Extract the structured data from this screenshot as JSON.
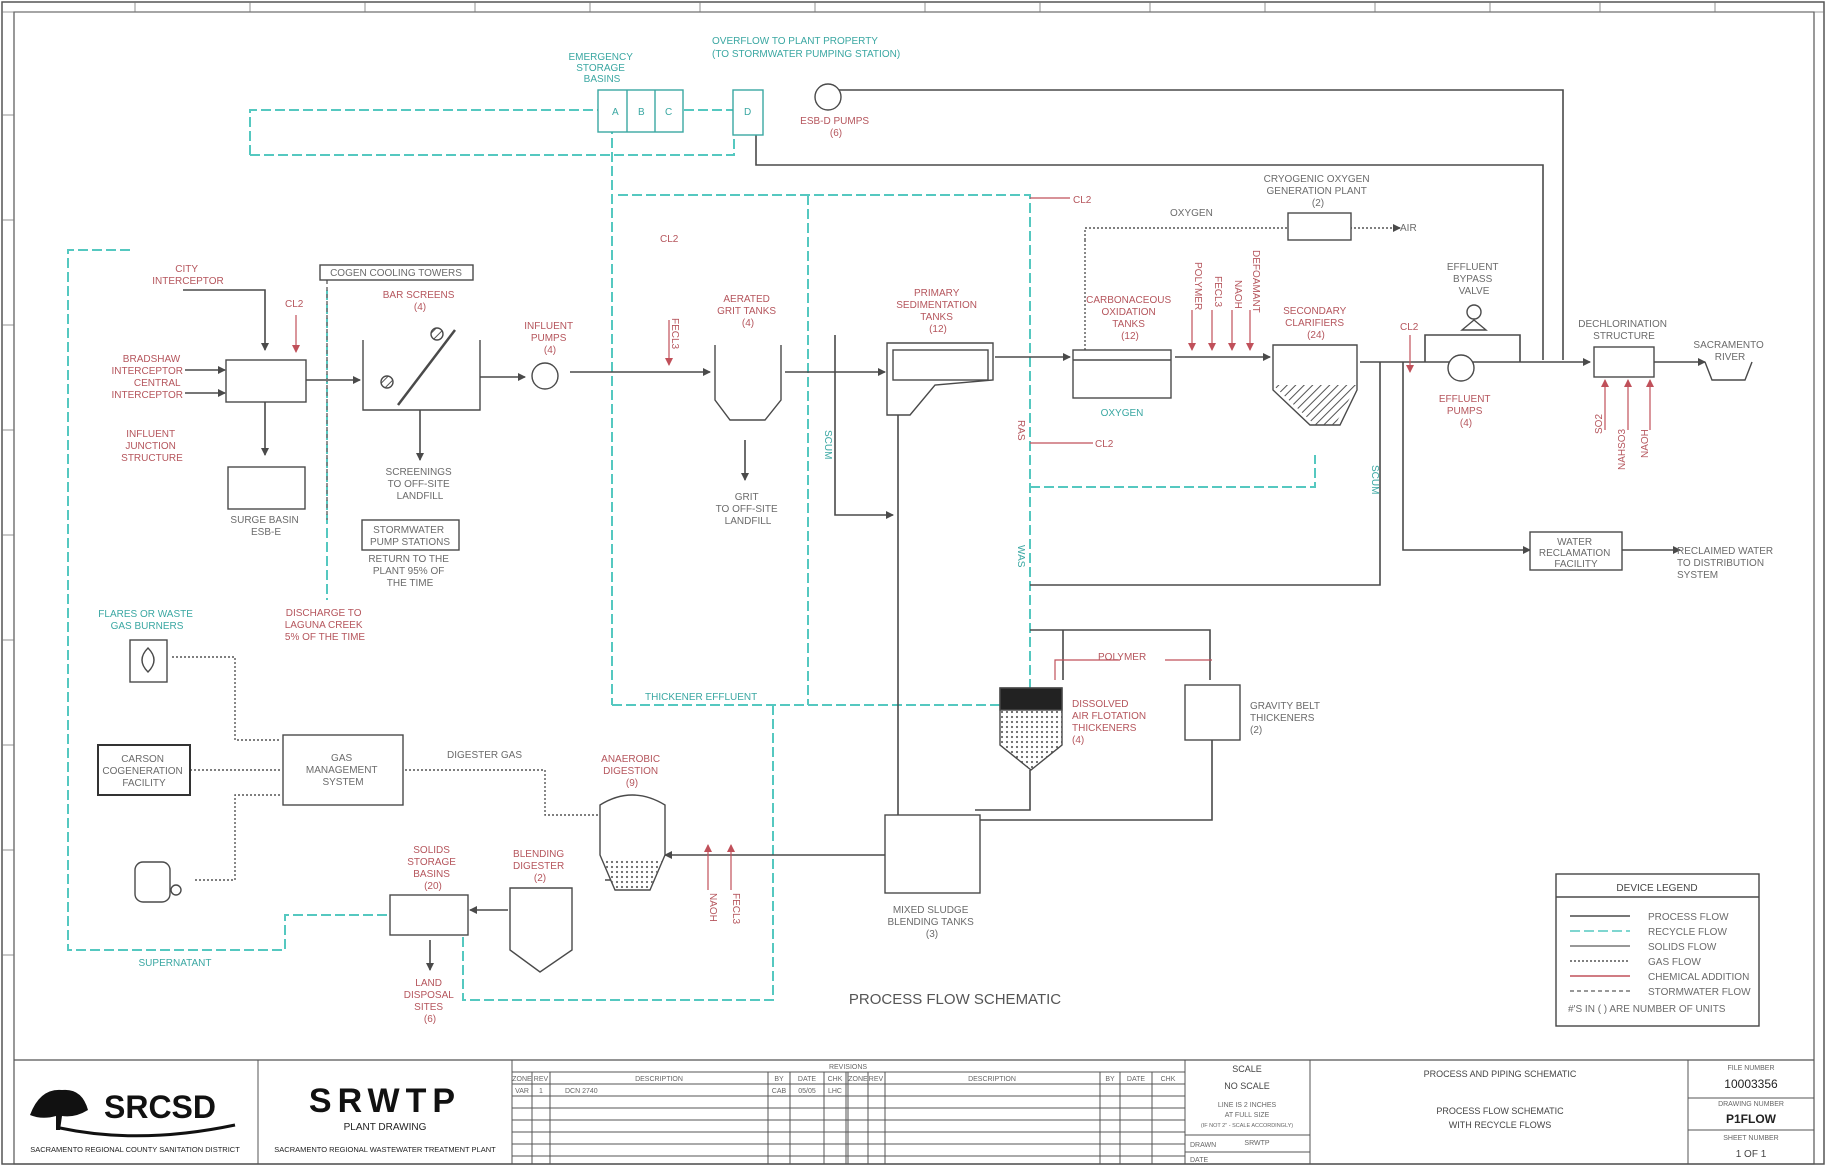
{
  "drawing": {
    "title": "PROCESS FLOW SCHEMATIC",
    "colors": {
      "process": "#4a4a4a",
      "recycle": "#55c8c0",
      "chemical": "#c0505a",
      "stormwater": "#5a5a5a"
    }
  },
  "labels": {
    "emergency_storage": [
      "EMERGENCY",
      "STORAGE",
      "BASINS"
    ],
    "basin_a": "A",
    "basin_b": "B",
    "basin_c": "C",
    "basin_d": "D",
    "overflow": [
      "OVERFLOW TO PLANT PROPERTY",
      "(TO STORMWATER PUMPING STATION)"
    ],
    "esb_pumps": [
      "ESB-D PUMPS",
      "(6)"
    ],
    "city_interceptor": [
      "CITY",
      "INTERCEPTOR"
    ],
    "bradshaw": [
      "BRADSHAW",
      "INTERCEPTOR"
    ],
    "central": [
      "CENTRAL",
      "INTERCEPTOR"
    ],
    "influent_junction": [
      "INFLUENT",
      "JUNCTION",
      "STRUCTURE"
    ],
    "surge_basin": [
      "SURGE BASIN",
      "ESB-E"
    ],
    "cogen_towers": "COGEN COOLING TOWERS",
    "bar_screens": [
      "BAR SCREENS",
      "(4)"
    ],
    "screenings": [
      "SCREENINGS",
      "TO OFF-SITE",
      "LANDFILL"
    ],
    "stormwater_pump": [
      "STORMWATER",
      "PUMP STATIONS"
    ],
    "return_plant": [
      "RETURN TO THE",
      "PLANT 95% OF",
      "THE TIME"
    ],
    "discharge_laguna": [
      "DISCHARGE TO",
      "LAGUNA CREEK",
      "5% OF THE TIME"
    ],
    "influent_pumps": [
      "INFLUENT",
      "PUMPS",
      "(4)"
    ],
    "fecl3": "FECL3",
    "aerated_grit": [
      "AERATED",
      "GRIT TANKS",
      "(4)"
    ],
    "grit_landfill": [
      "GRIT",
      "TO OFF-SITE",
      "LANDFILL"
    ],
    "primary_sed": [
      "PRIMARY",
      "SEDIMENTATION",
      "TANKS",
      "(12)"
    ],
    "scum": "SCUM",
    "cl2": "CL2",
    "oxygen": "OXYGEN",
    "cryogenic": [
      "CRYOGENIC OXYGEN",
      "GENERATION PLANT",
      "(2)"
    ],
    "air": "AIR",
    "carbonaceous": [
      "CARBONACEOUS",
      "OXIDATION",
      "TANKS",
      "(12)"
    ],
    "polymer": "POLYMER",
    "naoh": "NAOH",
    "defoamant": "DEFOAMANT",
    "secondary_clar": [
      "SECONDARY",
      "CLARIFIERS",
      "(24)"
    ],
    "effluent_bypass": [
      "EFFLUENT",
      "BYPASS",
      "VALVE"
    ],
    "effluent_pumps": [
      "EFFLUENT",
      "PUMPS",
      "(4)"
    ],
    "dechlorination": [
      "DECHLORINATION",
      "STRUCTURE"
    ],
    "sacramento_river": [
      "SACRAMENTO",
      "RIVER"
    ],
    "so2": "SO2",
    "nahso3": "NAHSO3",
    "was": "WAS",
    "ras": "RAS",
    "water_reclamation": [
      "WATER",
      "RECLAMATION",
      "FACILITY"
    ],
    "reclaimed_water": [
      "RECLAIMED WATER",
      "TO DISTRIBUTION",
      "SYSTEM"
    ],
    "flares": [
      "FLARES OR WASTE",
      "GAS BURNERS"
    ],
    "carson": [
      "CARSON",
      "COGENERATION",
      "FACILITY"
    ],
    "gas_mgmt": [
      "GAS",
      "MANAGEMENT",
      "SYSTEM"
    ],
    "digester_gas": "DIGESTER GAS",
    "anaerobic": [
      "ANAEROBIC",
      "DIGESTION",
      "(9)"
    ],
    "thickener_effluent": "THICKENER EFFLUENT",
    "daf": [
      "DISSOLVED",
      "AIR FLOTATION",
      "THICKENERS",
      "(4)"
    ],
    "gravity_belt": [
      "GRAVITY BELT",
      "THICKENERS",
      "(2)"
    ],
    "solids_storage": [
      "SOLIDS",
      "STORAGE",
      "BASINS",
      "(20)"
    ],
    "blending_digester": [
      "BLENDING",
      "DIGESTER",
      "(2)"
    ],
    "mixed_sludge": [
      "MIXED SLUDGE",
      "BLENDING TANKS",
      "(3)"
    ],
    "land_disposal": [
      "LAND",
      "DISPOSAL",
      "SITES",
      "(6)"
    ],
    "supernatant": "SUPERNATANT"
  },
  "legend": {
    "title": "DEVICE LEGEND",
    "items": [
      "PROCESS FLOW",
      "RECYCLE FLOW",
      "SOLIDS FLOW",
      "GAS FLOW",
      "CHEMICAL ADDITION",
      "STORMWATER FLOW"
    ],
    "note": "#'S IN ( ) ARE NUMBER OF UNITS"
  },
  "titleblock": {
    "org_logo": "SRCSD",
    "org_name": "SACRAMENTO REGIONAL COUNTY SANITATION DISTRICT",
    "plant_logo": "SRWTP",
    "plant_drawing": "PLANT DRAWING",
    "plant_name": "SACRAMENTO REGIONAL WASTEWATER TREATMENT PLANT",
    "revisions_header": "REVISIONS",
    "rev_cols": [
      "ZONE",
      "REV",
      "DESCRIPTION",
      "BY",
      "DATE",
      "CHK",
      "ZONE",
      "REV",
      "DESCRIPTION",
      "BY",
      "DATE",
      "CHK"
    ],
    "rev_row": [
      "VAR",
      "1",
      "DCN 2740",
      "CAB",
      "05/05",
      "LHC"
    ],
    "scale_header": "SCALE",
    "scale": "NO SCALE",
    "line_note": "LINE IS 2 INCHES",
    "full_size": "AT FULL SIZE",
    "not_2in": "(IF NOT 2\" - SCALE ACCORDINGLY)",
    "drawn_label": "DRAWN",
    "drawn": "SRWTP",
    "date_label": "DATE",
    "title_top": "PROCESS AND PIPING SCHEMATIC",
    "title_main": [
      "PROCESS FLOW SCHEMATIC",
      "WITH RECYCLE FLOWS"
    ],
    "file_number_label": "FILE NUMBER",
    "file_number": "10003356",
    "drawing_number_label": "DRAWING NUMBER",
    "drawing_number": "P1FLOW",
    "sheet_number_label": "SHEET NUMBER",
    "sheet_number": "1 OF 1"
  }
}
